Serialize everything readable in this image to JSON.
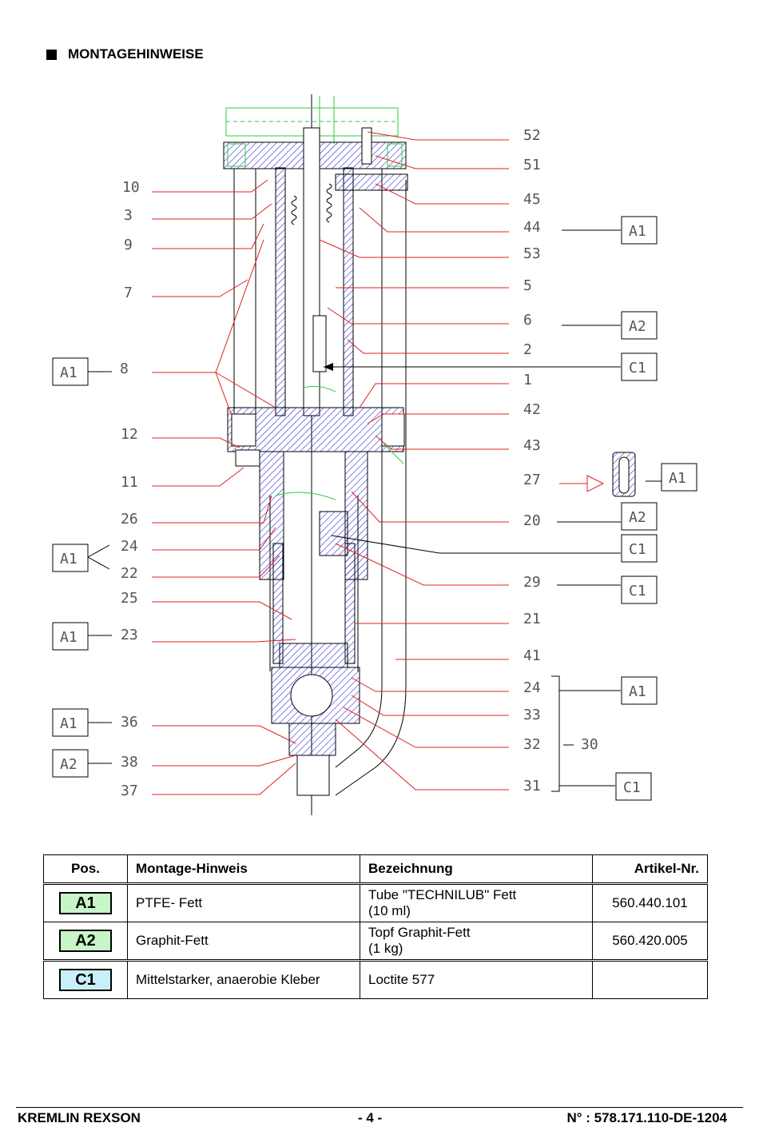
{
  "heading": "MONTAGEHINWEISE",
  "colors": {
    "hatch": "#2b2bd9",
    "leader": "#e02020",
    "green": "#2ecc40",
    "box": "#555555",
    "a1_bg": "#c8f5c8",
    "a2_bg": "#c8f5c8",
    "c1_bg": "#c8f0f8"
  },
  "drawing": {
    "left_labels": [
      "10",
      "3",
      "9",
      "7",
      "8",
      "12",
      "11",
      "26",
      "24",
      "22",
      "25",
      "23",
      "36",
      "38",
      "37"
    ],
    "right_labels": [
      "52",
      "51",
      "45",
      "44",
      "53",
      "5",
      "6",
      "2",
      "1",
      "42",
      "43",
      "27",
      "20",
      "29",
      "21",
      "41",
      "24",
      "33",
      "32",
      "31"
    ],
    "group_label": "30",
    "boxes": [
      "A1",
      "A2",
      "C1",
      "A1",
      "A2",
      "C1",
      "C1",
      "A1",
      "C1",
      "A1",
      "A1",
      "A1",
      "A1",
      "A2"
    ]
  },
  "table": {
    "headers": [
      "Pos.",
      "Montage-Hinweis",
      "Bezeichnung",
      "Artikel-Nr."
    ],
    "rows": [
      {
        "code": "A1",
        "hint": "PTFE- Fett",
        "desc1": "Tube \"TECHNILUB\" Fett",
        "desc2": "(10 ml)",
        "article": "560.440.101"
      },
      {
        "code": "A2",
        "hint": "Graphit-Fett",
        "desc1": "Topf Graphit-Fett",
        "desc2": "(1 kg)",
        "article": "560.420.005"
      },
      {
        "code": "C1",
        "hint": "Mittelstarker, anaerobie Kleber",
        "desc1": "Loctite 577",
        "desc2": "",
        "article": ""
      }
    ]
  },
  "footer": {
    "left": "KREMLIN REXSON",
    "center": "- 4 -",
    "right": "N° :  578.171.110-DE-1204"
  }
}
